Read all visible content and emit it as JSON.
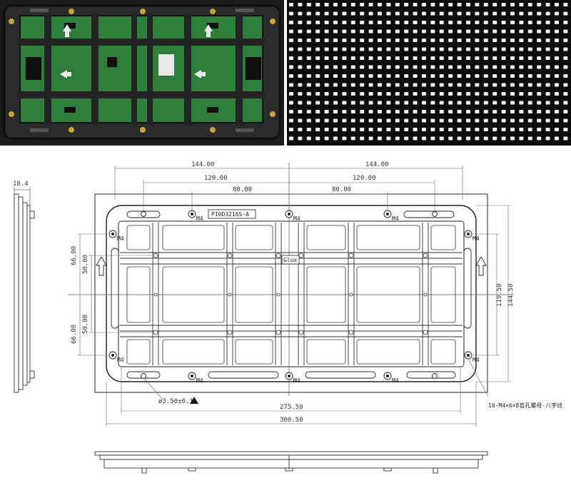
{
  "photos": {
    "back_label": "",
    "front_label": ""
  },
  "drawing": {
    "model": "P10D3216S-A",
    "brand": "Glux",
    "side_thickness": "18.4",
    "dim_top_left_144": "144.00",
    "dim_top_right_144": "144.00",
    "dim_top_left_120": "120.00",
    "dim_top_right_120": "120.00",
    "dim_top_left_80": "80.00",
    "dim_top_right_80": "80.00",
    "dim_left_upper_66": "66.00",
    "dim_left_upper_50": "50.00",
    "dim_left_lower_50": "50.00",
    "dim_left_lower_66": "66.00",
    "dim_right_119": "119.50",
    "dim_right_144": "144.50",
    "dim_bottom_275": "275.50",
    "dim_bottom_300": "300.50",
    "hole_note": "ø3.50±0.1",
    "nut_note": "10-M4×6×8盲孔螺母-八字纹",
    "m4": "M4"
  }
}
